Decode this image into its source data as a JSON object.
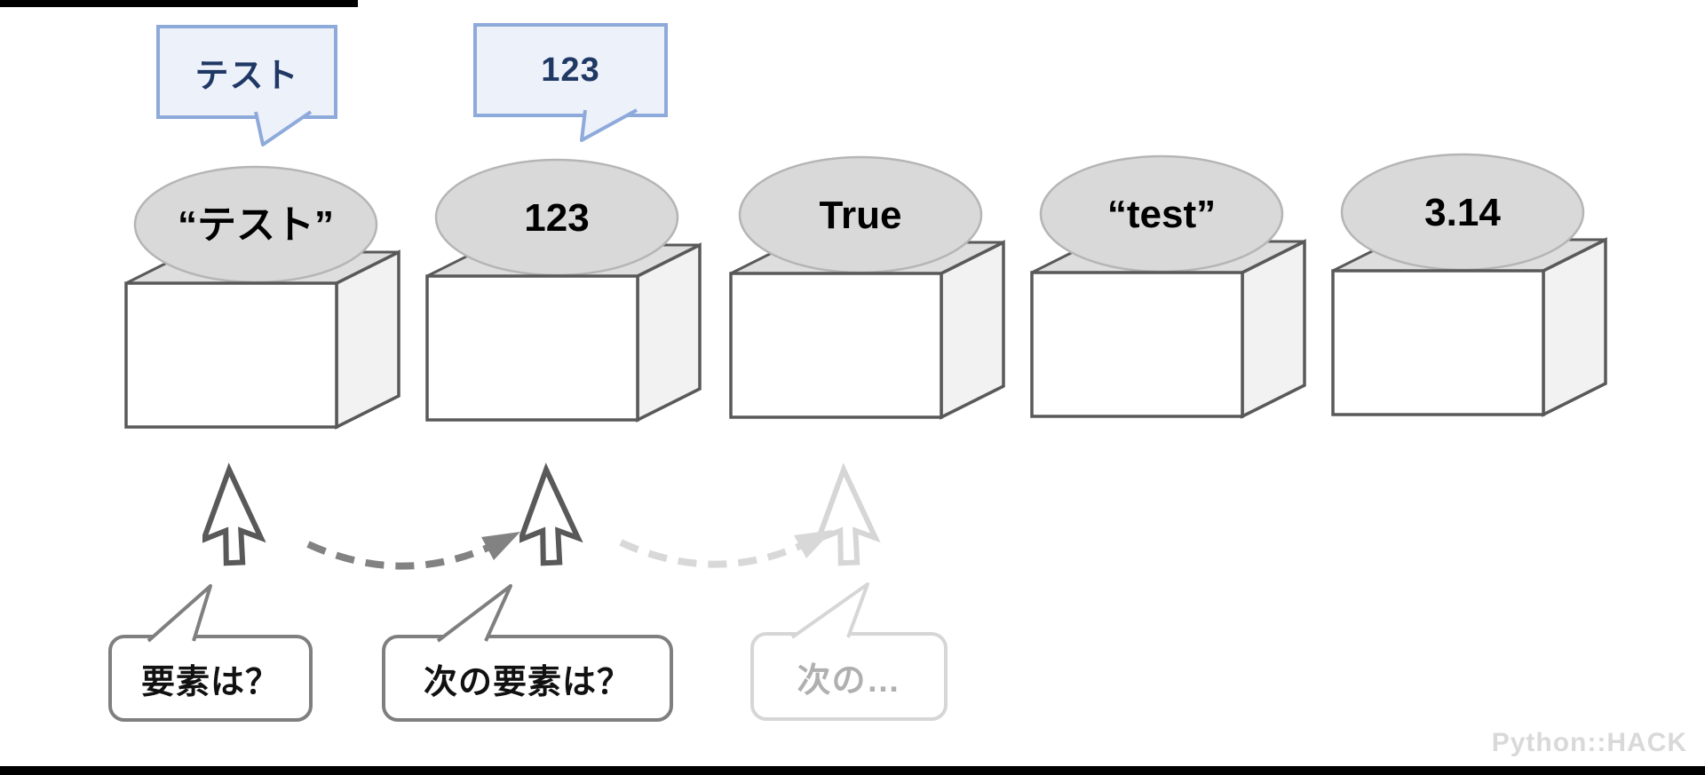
{
  "top_callouts": [
    {
      "label": "テスト"
    },
    {
      "label": "123"
    }
  ],
  "boxes": [
    {
      "value": "“テスト”"
    },
    {
      "value": "123"
    },
    {
      "value": "True"
    },
    {
      "value": "“test”"
    },
    {
      "value": "3.14"
    }
  ],
  "cursors": [
    {
      "icon": "mouse-pointer-icon",
      "state": "active"
    },
    {
      "icon": "mouse-pointer-icon",
      "state": "active"
    },
    {
      "icon": "mouse-pointer-icon",
      "state": "inactive"
    }
  ],
  "arrows": [
    {
      "style": "dashed-curved",
      "state": "active"
    },
    {
      "style": "dashed-curved",
      "state": "inactive"
    }
  ],
  "bottom_callouts": [
    {
      "label": "要素は？"
    },
    {
      "label": "次の要素は？"
    },
    {
      "label": "次の…"
    }
  ],
  "watermark": "Python::HACK",
  "colors": {
    "accent_blue_border": "#8EAADB",
    "accent_blue_fill": "#EDF1FA",
    "accent_blue_text": "#1F3864",
    "ellipse_fill": "#D9D9D9",
    "box_outline": "#595959",
    "box_side_fill": "#F2F2F2",
    "active_gray": "#828282",
    "inactive_gray": "#D6D6D6",
    "faded_text_gray": "#B0B0B0",
    "watermark_gray": "#D9D9D9",
    "bar_black": "#000000"
  }
}
